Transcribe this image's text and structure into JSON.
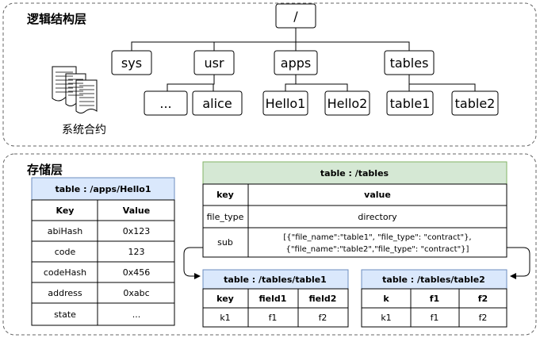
{
  "logical_section": {
    "title": "逻辑结构层"
  },
  "tree": {
    "root": "/",
    "level1": [
      "sys",
      "usr",
      "apps",
      "tables"
    ],
    "usr_children": [
      "...",
      "alice"
    ],
    "apps_children": [
      "Hello1",
      "Hello2"
    ],
    "tables_children": [
      "table1",
      "table2"
    ],
    "contract_label": "系统合约"
  },
  "storage_section": {
    "title": "存储层"
  },
  "hello1_table": {
    "title": "table : /apps/Hello1",
    "headers": [
      "Key",
      "Value"
    ],
    "rows": [
      [
        "abiHash",
        "0x123"
      ],
      [
        "code",
        "123"
      ],
      [
        "codeHash",
        "0x456"
      ],
      [
        "address",
        "0xabc"
      ],
      [
        "state",
        "..."
      ]
    ]
  },
  "tables_table": {
    "title": "table : /tables",
    "headers": [
      "key",
      "value"
    ],
    "rows": [
      [
        "file_type",
        "directory"
      ],
      [
        "sub",
        "[{\"file_name\":\"table1\", \"file_type\": \"contract\"},",
        "{\"file_name\":\"table2\",\"file_type\": \"contract\"}]"
      ]
    ]
  },
  "table1_table": {
    "title": "table : /tables/table1",
    "headers": [
      "key",
      "field1",
      "field2"
    ],
    "row": [
      "k1",
      "f1",
      "f2"
    ]
  },
  "table2_table": {
    "title": "table : /tables/table2",
    "headers": [
      "k",
      "f1",
      "f2"
    ],
    "row": [
      "k1",
      "f1",
      "f2"
    ]
  },
  "colors": {
    "title_blue": "#dae8fc",
    "title_blue_border": "#6c8ebf",
    "title_green": "#d5e8d4",
    "title_green_border": "#82b366"
  }
}
